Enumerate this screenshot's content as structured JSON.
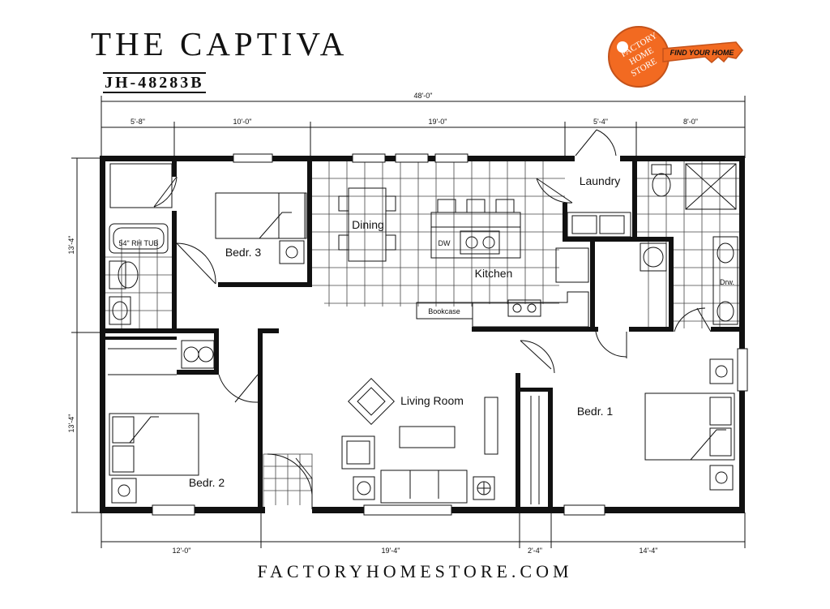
{
  "header": {
    "title": "THE CAPTIVA",
    "model": "JH-48283B"
  },
  "logo": {
    "line1": "FACTORY",
    "line2": "HOME",
    "line3": "STORE",
    "tagline": "FIND YOUR HOME",
    "color": "#f26a21"
  },
  "dimensions": {
    "overall_width": "48'-0\"",
    "top": [
      "5'-8\"",
      "10'-0\"",
      "19'-0\"",
      "5'-4\"",
      "8'-0\""
    ],
    "bottom": [
      "12'-0\"",
      "19'-4\"",
      "2'-4\"",
      "14'-4\""
    ],
    "left": [
      "13'-4\"",
      "13'-4\""
    ]
  },
  "rooms": {
    "dining": "Dining",
    "kitchen": "Kitchen",
    "laundry": "Laundry",
    "bedr3": "Bedr. 3",
    "bedr2": "Bedr. 2",
    "bedr1": "Bedr. 1",
    "living": "Living Room"
  },
  "fixtures": {
    "tub": "54\" RH TUB",
    "dw": "DW",
    "bookcase": "Bookcase",
    "dryer": "Drw."
  },
  "footer": "FACTORYHOMESTORE.COM"
}
